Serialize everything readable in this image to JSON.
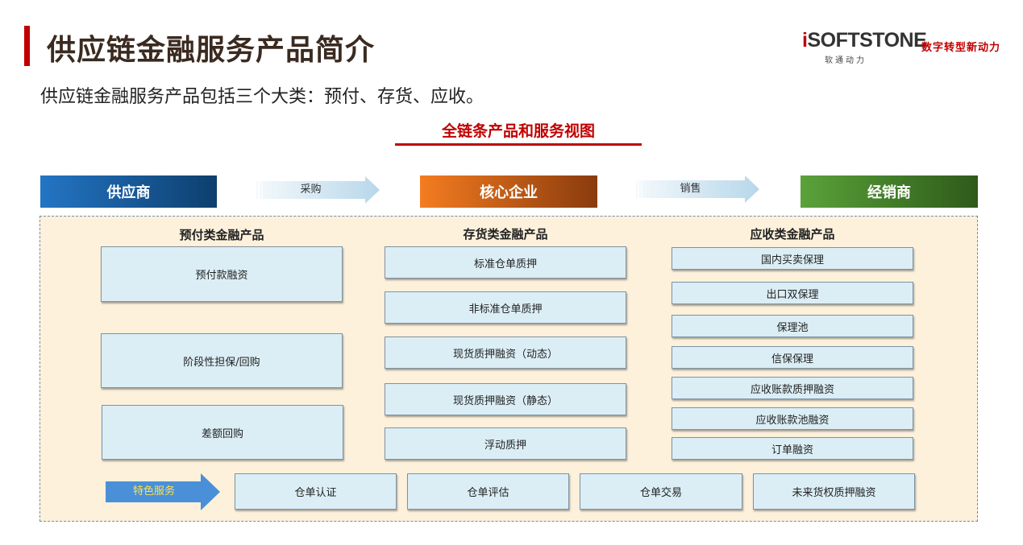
{
  "header": {
    "title": "供应链金融服务产品简介",
    "logo_i": "i",
    "logo_text": "SOFTSTONE",
    "logo_sub": "软通动力",
    "slogan": "数字转型新动力"
  },
  "subtitle": "供应链金融服务产品包括三个大类：预付、存货、应收。",
  "view_title": "全链条产品和服务视图",
  "entities": {
    "supplier": "供应商",
    "core": "核心企业",
    "dealer": "经销商"
  },
  "flows": {
    "purchase": "采购",
    "sales": "销售"
  },
  "colors": {
    "accent_red": "#c00000",
    "supplier_blue": "#1f6fb8",
    "core_orange": "#e8741f",
    "dealer_green": "#4a8a2e",
    "panel_bg": "#fdf1dc",
    "box_bg": "#dbeef5",
    "special_arrow": "#4a90d9"
  },
  "columns": {
    "prepay": {
      "title": "预付类金融产品",
      "items": [
        "预付款融资",
        "阶段性担保/回购",
        "差额回购"
      ]
    },
    "inventory": {
      "title": "存货类金融产品",
      "items": [
        "标准仓单质押",
        "非标准仓单质押",
        "现货质押融资（动态）",
        "现货质押融资（静态）",
        "浮动质押"
      ]
    },
    "receivable": {
      "title": "应收类金融产品",
      "items": [
        "国内买卖保理",
        "出口双保理",
        "保理池",
        "信保保理",
        "应收账款质押融资",
        "应收账款池融资",
        "订单融资"
      ]
    }
  },
  "special": {
    "label": "特色服务",
    "items": [
      "仓单认证",
      "仓单评估",
      "仓单交易",
      "未来货权质押融资"
    ]
  }
}
